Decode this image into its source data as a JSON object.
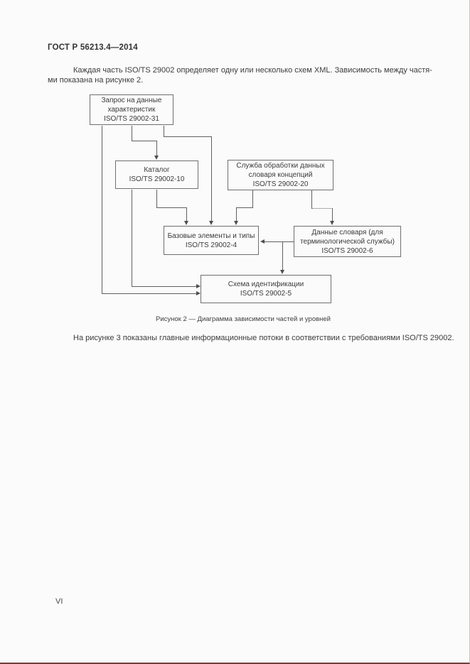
{
  "page": {
    "header": "ГОСТ Р 56213.4—2014",
    "paragraph1_line1": "Каждая часть ISO/TS 29002 определяет одну или несколько схем XML. Зависимость между частя-",
    "paragraph1_line2": "ми показана на рисунке 2.",
    "caption": "Рисунок 2 — Диаграмма зависимости частей и уровней",
    "paragraph2": "На рисунке 3 показаны главные информационные потоки в соответствии с требованиями ISO/TS 29002.",
    "page_number": "VI"
  },
  "diagram": {
    "boxes": {
      "request": {
        "line1": "Запрос на данные",
        "line2": "характеристик",
        "line3": "ISO/TS 29002-31"
      },
      "catalog": {
        "line1": "Каталог",
        "line2": "ISO/TS 29002-10"
      },
      "service": {
        "line1": "Служба обработки данных",
        "line2": "словаря концепций",
        "line3": "ISO/TS 29002-20"
      },
      "basic": {
        "line1": "Базовые элементы и типы",
        "line2": "ISO/TS 29002-4"
      },
      "dictionary": {
        "line1": "Данные словаря (для",
        "line2": "терминологической службы)",
        "line3": "ISO/TS 29002-6"
      },
      "schema": {
        "line1": "Схема идентификации",
        "line2": "ISO/TS 29002-5"
      }
    },
    "edges": [
      {
        "from": "request",
        "to": "catalog"
      },
      {
        "from": "request",
        "to": "basic"
      },
      {
        "from": "request",
        "to": "schema"
      },
      {
        "from": "catalog",
        "to": "basic"
      },
      {
        "from": "catalog",
        "to": "schema"
      },
      {
        "from": "service",
        "to": "basic"
      },
      {
        "from": "service",
        "to": "dictionary"
      },
      {
        "from": "dictionary",
        "to": "basic"
      },
      {
        "from": "dictionary",
        "to": "schema"
      }
    ],
    "line_color": "#606060",
    "box_border_color": "#6f6f6f"
  }
}
